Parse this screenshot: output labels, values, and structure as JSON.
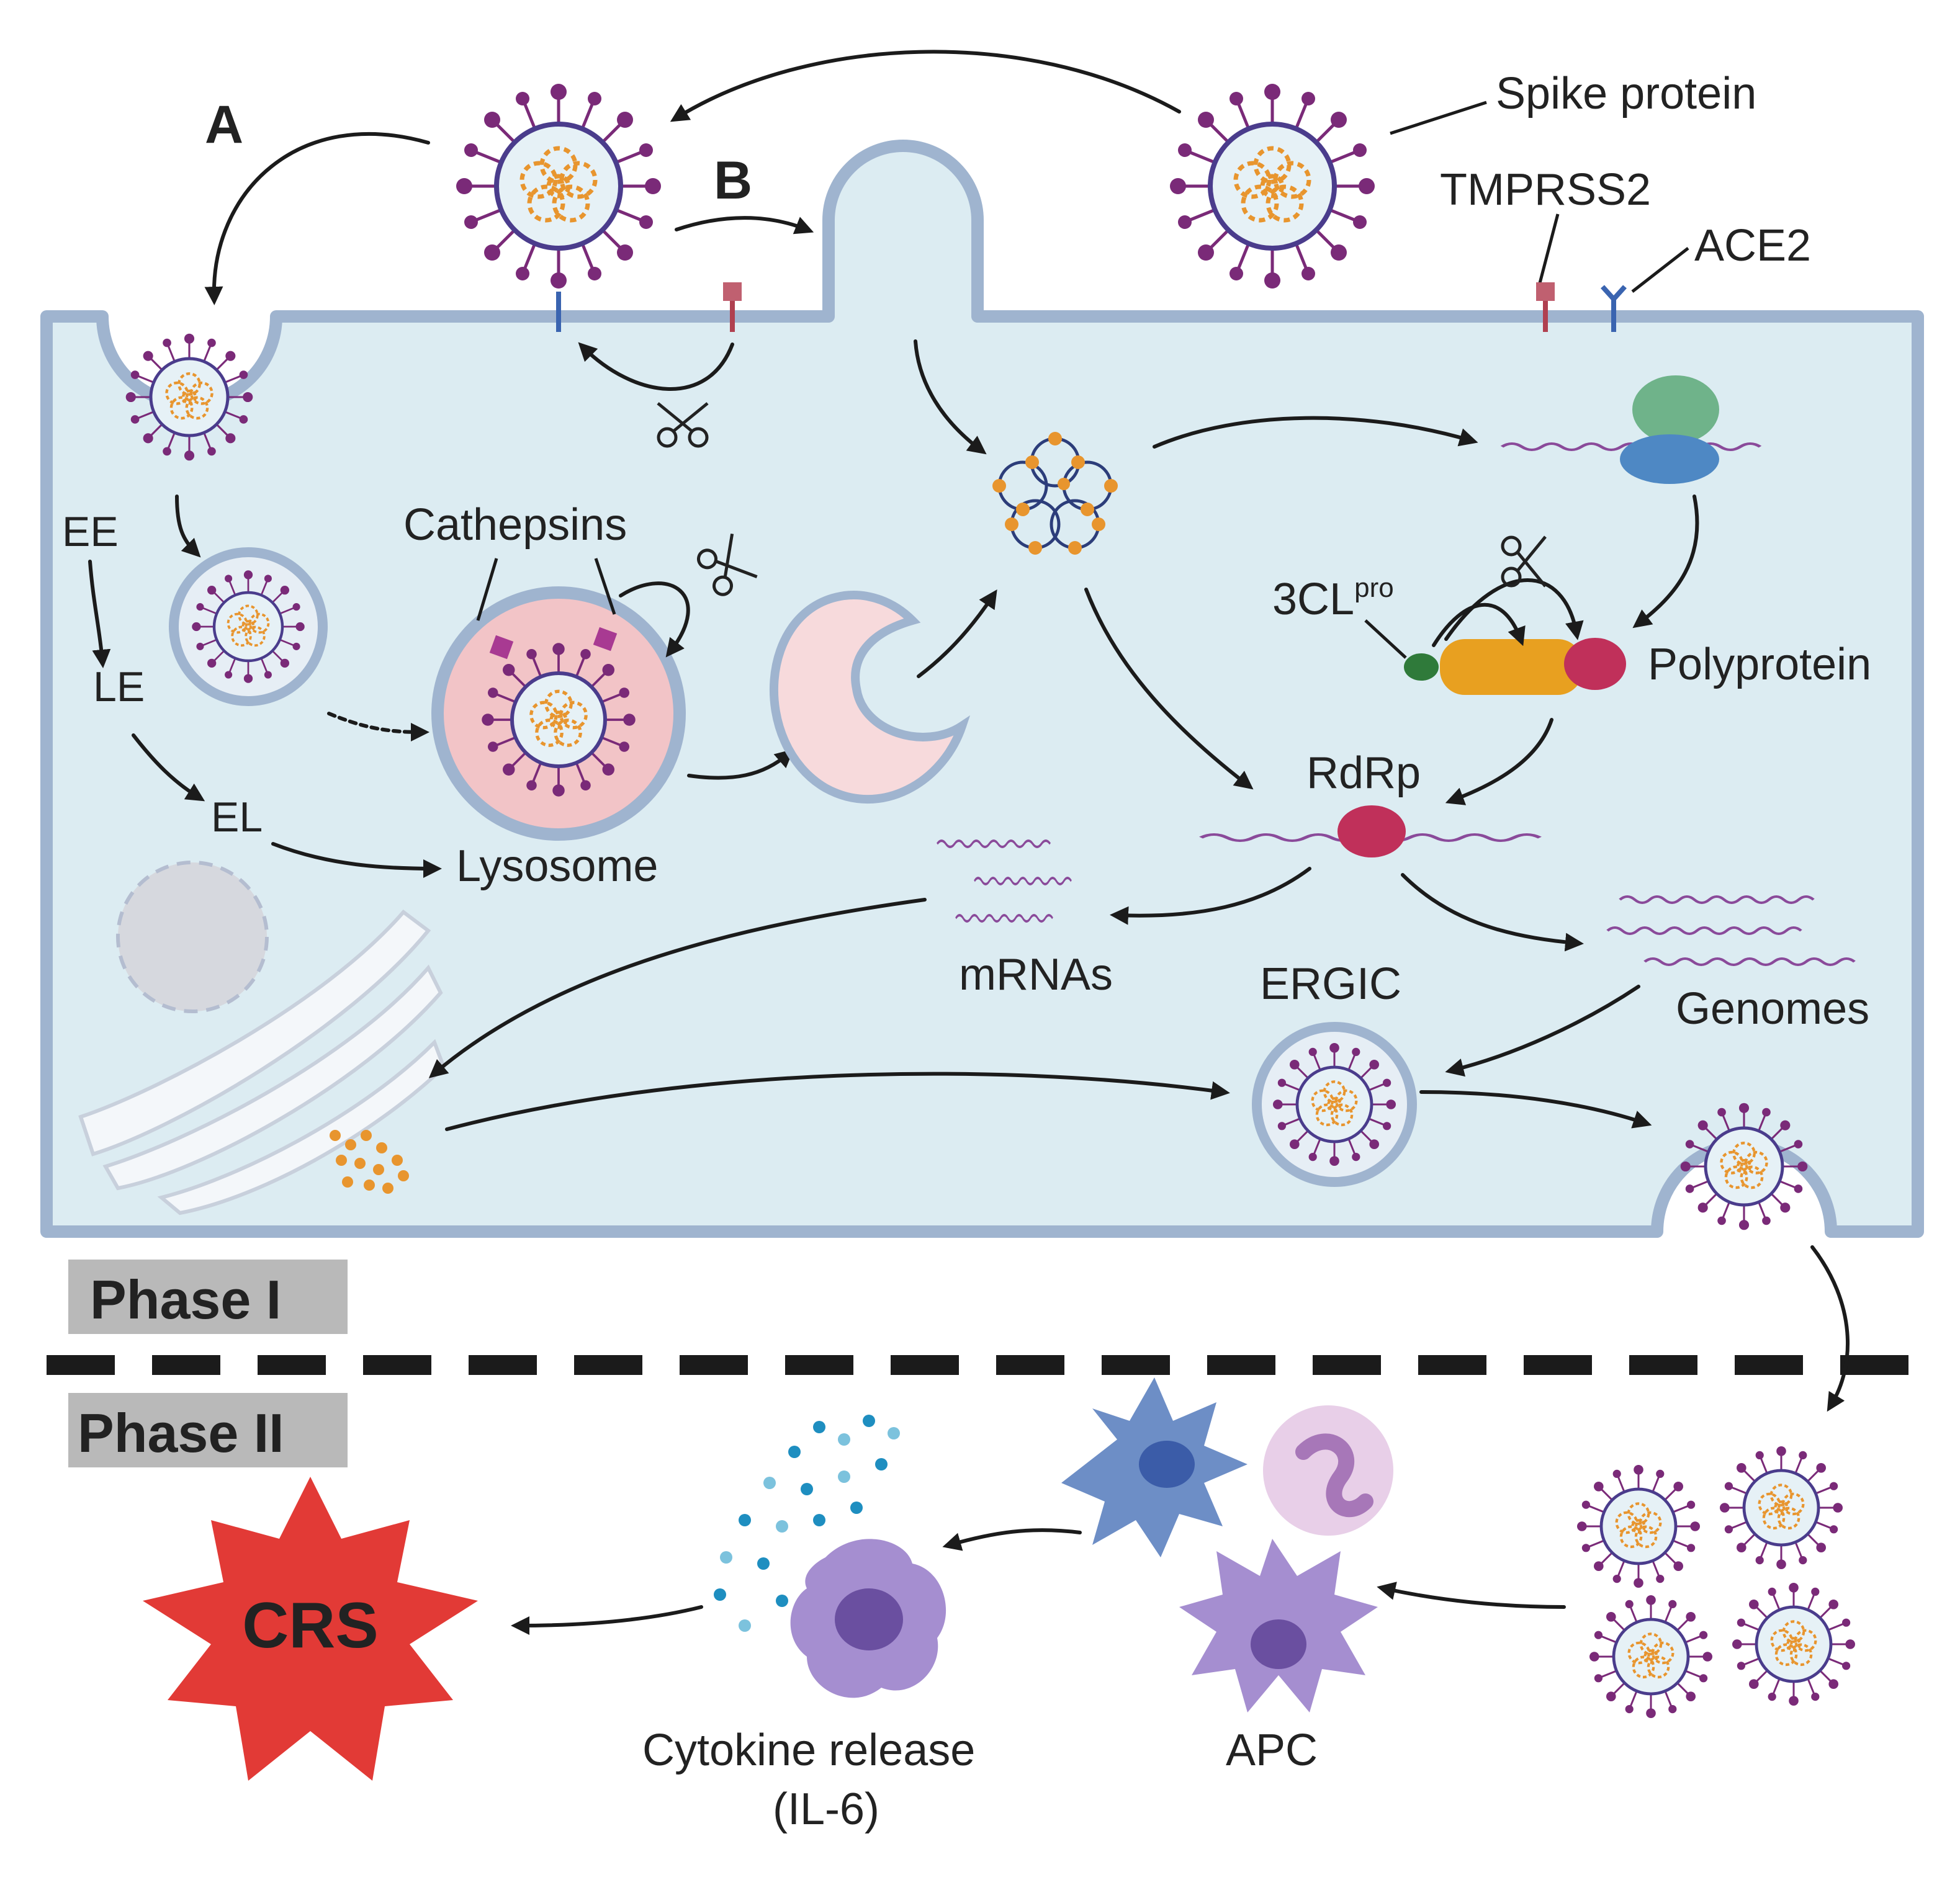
{
  "labels": {
    "route_a": "A",
    "route_b": "B",
    "spike_protein": "Spike protein",
    "tmprss2": "TMPRSS2",
    "ace2": "ACE2",
    "ee": "EE",
    "le": "LE",
    "el": "EL",
    "cathepsins": "Cathepsins",
    "lysosome": "Lysosome",
    "clpro_base": "3CL",
    "clpro_sup": "pro",
    "polyprotein": "Polyprotein",
    "rdrp": "RdRp",
    "mrnas": "mRNAs",
    "genomes": "Genomes",
    "ergic": "ERGIC",
    "phase_1": "Phase I",
    "phase_2": "Phase II",
    "crs": "CRS",
    "cytokine_release": "Cytokine release",
    "il6": "(IL-6)",
    "apc": "APC"
  },
  "colors": {
    "cytoplasm": "#dcecf2",
    "membrane": "#9fb4cf",
    "spike": "#7a2a78",
    "rna_orange": "#e8952e",
    "lysosome_fill": "#f2c4c7",
    "crs_red": "#e23a36",
    "phase_box": "#b9b9b9"
  }
}
